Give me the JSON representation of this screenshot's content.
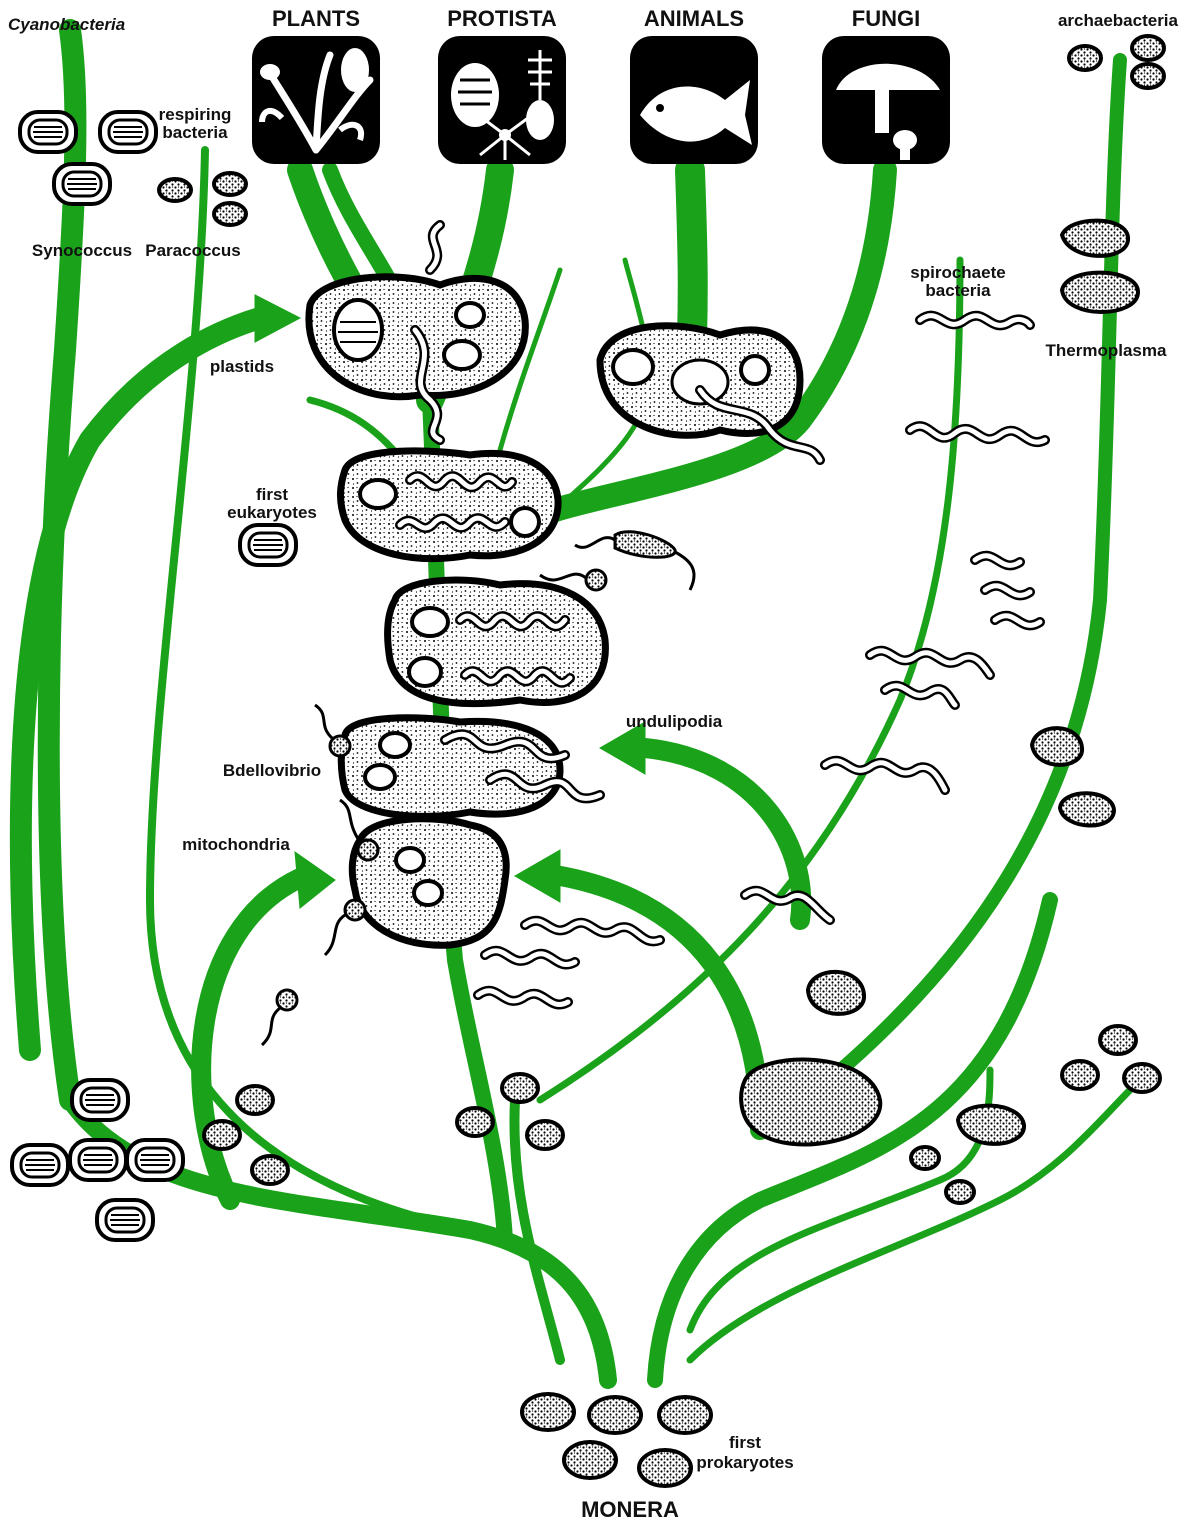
{
  "colors": {
    "branch": "#1aa31a",
    "ink": "#000000",
    "background": "#ffffff"
  },
  "kingdoms": {
    "plants": "PLANTS",
    "protista": "PROTISTA",
    "animals": "ANIMALS",
    "fungi": "FUNGI",
    "monera": "MONERA"
  },
  "icons": [
    "plants-icon",
    "protista-icon",
    "animals-icon",
    "fungi-icon"
  ],
  "labels": {
    "cyanobacteria": "Cyanobacteria",
    "archaebacteria": "archaebacteria",
    "respiring": "respiring",
    "bacteria": "bacteria",
    "synococcus": "Synococcus",
    "paracoccus": "Paracoccus",
    "plastids": "plastids",
    "spirochaete": "spirochaete",
    "spirochaete_bacteria": "bacteria",
    "thermoplasma": "Thermoplasma",
    "first_euk_1": "first",
    "first_euk_2": "eukaryotes",
    "undulipodia": "undulipodia",
    "bdellovibrio": "Bdellovibrio",
    "mitochondria": "mitochondria",
    "first_prok_1": "first",
    "first_prok_2": "prokaryotes"
  }
}
